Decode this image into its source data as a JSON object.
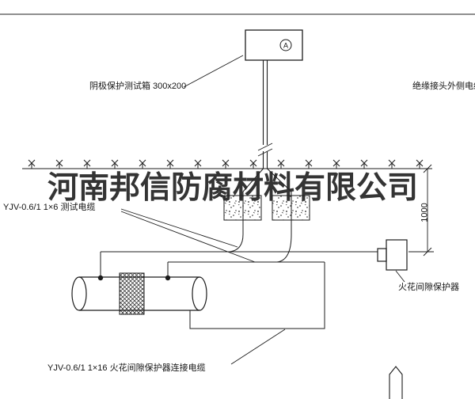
{
  "drawing": {
    "background": "#ffffff",
    "line_color": "#1c1c1c",
    "text_color": "#151515"
  },
  "watermark": {
    "text": "河南邦信防腐材料有限公司"
  },
  "labels": {
    "test_box": "阴极保护测试箱 300x200",
    "insulated_joint_cable": "绝缘接头外侧电缆",
    "test_cable": "YJV-0.6/1 1×6  测试电缆",
    "protector": "火花间隙保护器",
    "protector_cable": "YJV-0.6/1 1×16  火花间隙保护器连接电缆",
    "dimension_depth": "1000",
    "meter_symbol": "A"
  }
}
